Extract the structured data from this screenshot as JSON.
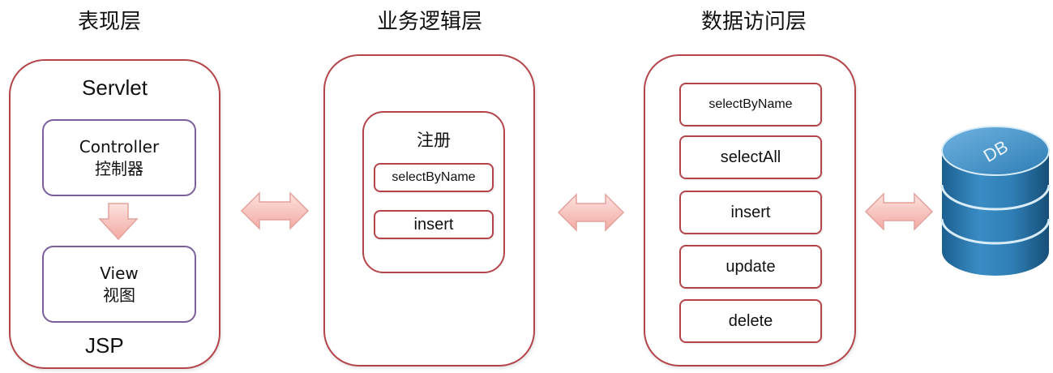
{
  "layers": [
    {
      "title": "表现层"
    },
    {
      "title": "业务逻辑层"
    },
    {
      "title": "数据访问层"
    }
  ],
  "presentation": {
    "top_label": "Servlet",
    "controller": {
      "line1": "Controller",
      "line2": "控制器"
    },
    "view": {
      "line1": "View",
      "line2": "视图"
    },
    "bottom_label": "JSP"
  },
  "business": {
    "group_title": "注册",
    "methods": [
      "selectByName",
      "insert"
    ]
  },
  "data_access": {
    "methods": [
      "selectByName",
      "selectAll",
      "insert",
      "update",
      "delete"
    ]
  },
  "database": {
    "label": "DB"
  },
  "colors": {
    "panel_border": "#b3454a",
    "purple_border": "#7a5f9c",
    "arrow_fill": "#f6c7c3",
    "arrow_stroke": "#e3a29c",
    "db_blue": "#2f7fb6"
  }
}
